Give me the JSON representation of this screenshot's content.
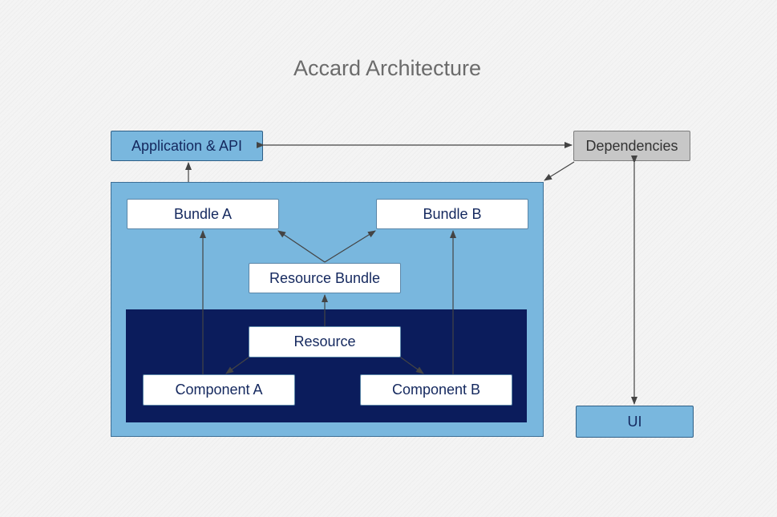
{
  "diagram": {
    "title": "Accard Architecture",
    "nodes": {
      "app_api": "Application & API",
      "dependencies": "Dependencies",
      "bundle_a": "Bundle A",
      "bundle_b": "Bundle B",
      "resource_bundle": "Resource Bundle",
      "resource": "Resource",
      "component_a": "Component A",
      "component_b": "Component B",
      "ui": "UI"
    },
    "colors": {
      "outer_container": "#79b7de",
      "inner_container": "#0b1c5c",
      "dependencies_fill": "#c7c7c7",
      "node_text": "#14285e",
      "arrow": "#444444"
    }
  }
}
